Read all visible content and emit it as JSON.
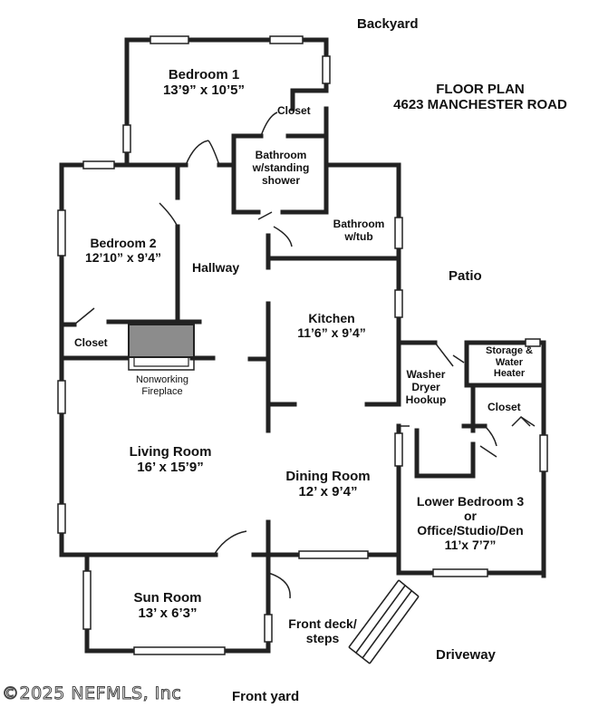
{
  "outside": {
    "backyard": "Backyard",
    "patio": "Patio",
    "driveway": "Driveway",
    "front_yard": "Front yard"
  },
  "title": {
    "line1": "FLOOR PLAN",
    "line2": "4623 MANCHESTER ROAD"
  },
  "rooms": {
    "bedroom1": {
      "name": "Bedroom 1",
      "size": "13’9” x 10’5”"
    },
    "closet_top": "Closet",
    "bath_shower": {
      "line1": "Bathroom",
      "line2": "w/standing",
      "line3": "shower"
    },
    "bath_tub": {
      "line1": "Bathroom",
      "line2": "w/tub"
    },
    "bedroom2": {
      "name": "Bedroom 2",
      "size": "12’10” x 9’4”"
    },
    "hallway": "Hallway",
    "closet_left": "Closet",
    "fireplace": {
      "line1": "Nonworking",
      "line2": "Fireplace"
    },
    "kitchen": {
      "name": "Kitchen",
      "size": "11’6” x 9’4”"
    },
    "storage": {
      "line1": "Storage &",
      "line2": "Water",
      "line3": "Heater"
    },
    "washer": {
      "line1": "Washer",
      "line2": "Dryer",
      "line3": "Hookup"
    },
    "closet_right": "Closet",
    "living": {
      "name": "Living Room",
      "size": "16’ x 15’9”"
    },
    "dining": {
      "name": "Dining Room",
      "size": "12’ x 9’4”"
    },
    "bedroom3": {
      "line1": "Lower Bedroom 3",
      "line2": "or",
      "line3": "Office/Studio/Den",
      "size": "11’x 7’7”"
    },
    "sunroom": {
      "name": "Sun Room",
      "size": "13’ x 6’3”"
    },
    "front_deck": {
      "line1": "Front deck/",
      "line2": "steps"
    }
  },
  "copyright": "©2025 NEFMLS, Inc",
  "colors": {
    "wall": "#222222",
    "fireplace": "#8c8c8c"
  }
}
